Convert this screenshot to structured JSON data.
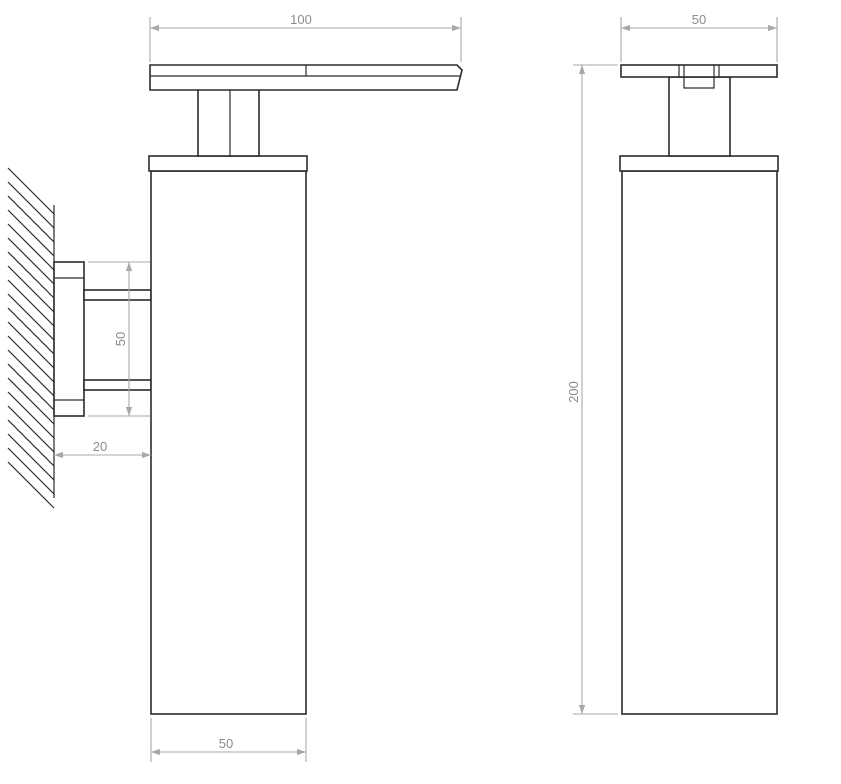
{
  "dimensions": {
    "top_width_label": "100",
    "top_right_width_label": "50",
    "bracket_spacing_label": "50",
    "wall_offset_label": "20",
    "height_label": "200",
    "bottom_width_label": "50"
  },
  "colors": {
    "outline": "#2b2b2b",
    "dimension_line": "#a8a8a8",
    "dimension_text": "#8c8c8c"
  }
}
